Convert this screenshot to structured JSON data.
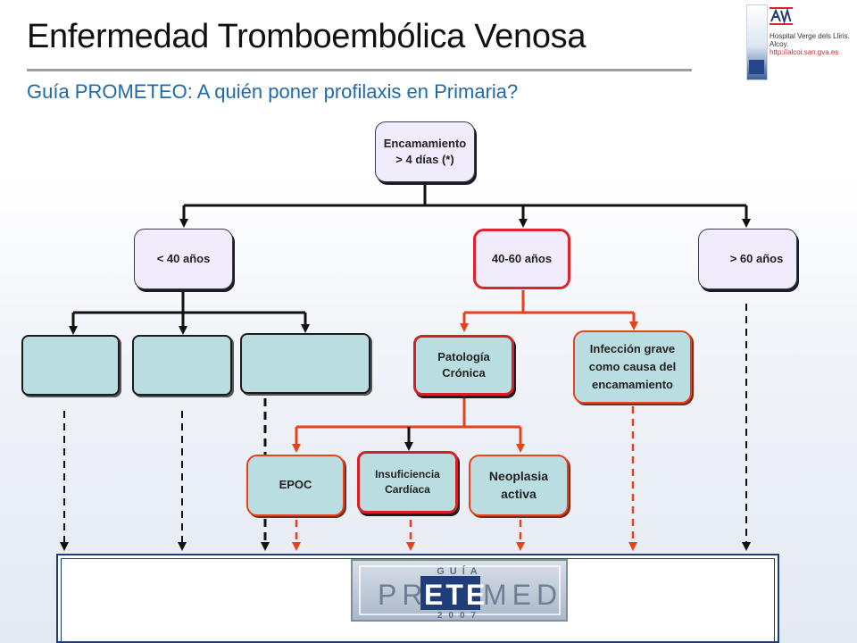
{
  "header": {
    "title": "Enfermedad Tromboembólica Venosa",
    "subtitle": "Guía PROMETEO: A quién poner profilaxis en Primaria?"
  },
  "logo": {
    "hospital_line1": "Hospital Verge dels Lliris.",
    "hospital_line2": "Alcoy.",
    "url": "http://alcoi.san.gva.es"
  },
  "diagram": {
    "root": {
      "line1": "Encamamiento",
      "line2": "> 4 días (*)"
    },
    "age_lt40": "< 40 años",
    "age_40_60": "40-60 años",
    "age_gt60": "> 60 años",
    "patologia": {
      "line1": "Patología",
      "line2": "Crónica"
    },
    "infeccion": {
      "line1": "Infección grave",
      "line2": "como causa del",
      "line3": "encamamiento"
    },
    "epoc": "EPOC",
    "insuficiencia": {
      "line1": "Insuficiencia",
      "line2": "Cardíaca"
    },
    "neoplasia": {
      "line1": "Neoplasia",
      "line2": "activa"
    }
  },
  "guide_logo": {
    "top": "GUÍA",
    "pre": "PR",
    "ete": "ETE",
    "med": "MED",
    "year": "2007"
  },
  "colors": {
    "title_blue": "#1f6aa8",
    "red_line": "#e8411c",
    "teal": "#b9dde0",
    "lavender": "#f0ecfb"
  }
}
